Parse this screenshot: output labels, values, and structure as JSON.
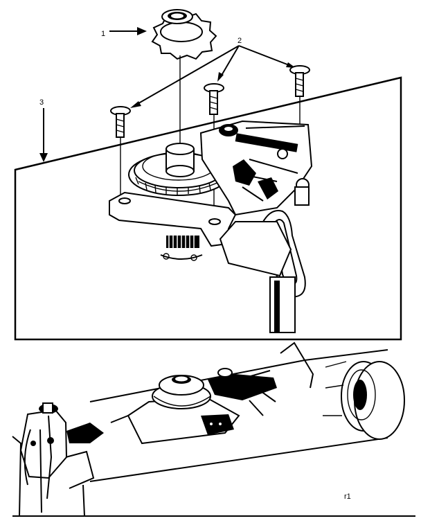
{
  "callouts": [
    {
      "id": "1",
      "label": "1"
    },
    {
      "id": "2",
      "label": "2"
    },
    {
      "id": "3",
      "label": "3"
    }
  ],
  "footer_mark": "r1"
}
